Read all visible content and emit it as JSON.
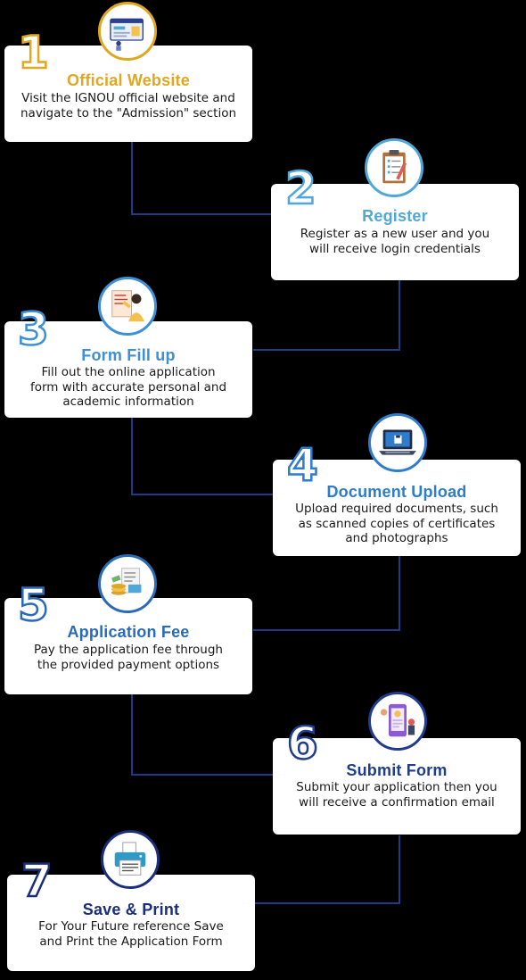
{
  "steps": [
    {
      "number": "1",
      "title": "Official Website",
      "desc": [
        "Visit the IGNOU official website and",
        "navigate to the \"Admission\" section"
      ],
      "icon": "website-browser-icon",
      "color": "#e0a722"
    },
    {
      "number": "2",
      "title": "Register",
      "desc": [
        "Register as a new user and you",
        "will receive login credentials"
      ],
      "icon": "clipboard-checklist-icon",
      "color": "#4fa8d8"
    },
    {
      "number": "3",
      "title": "Form Fill up",
      "desc": [
        "Fill out the online application",
        "form with accurate personal and",
        "academic information"
      ],
      "icon": "person-writing-form-icon",
      "color": "#3d8fd6"
    },
    {
      "number": "4",
      "title": "Document Upload",
      "desc": [
        "Upload required documents, such",
        "as scanned copies of certificates",
        "and photographs"
      ],
      "icon": "laptop-upload-icon",
      "color": "#2f7ccd"
    },
    {
      "number": "5",
      "title": "Application Fee",
      "desc": [
        "Pay the application fee through",
        "the provided payment options"
      ],
      "icon": "fee-payment-icon",
      "color": "#2a6bb8"
    },
    {
      "number": "6",
      "title": "Submit Form",
      "desc": [
        "Submit your application then you",
        "will receive a confirmation email"
      ],
      "icon": "submit-form-phone-icon",
      "color": "#1f3c8f"
    },
    {
      "number": "7",
      "title": "Save & Print",
      "desc": [
        "For Your Future reference Save",
        "and Print the Application Form"
      ],
      "icon": "printer-icon",
      "color": "#1a2f7a"
    }
  ],
  "colors": {
    "background": "#000000",
    "card": "#ffffff",
    "connector": "#1e3a8a"
  }
}
